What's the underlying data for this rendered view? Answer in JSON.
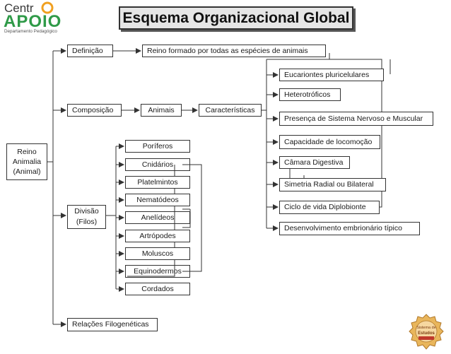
{
  "logo": {
    "line1": "Centr",
    "line2": "APOIO",
    "line3": "Departamento Pedagógico"
  },
  "title": "Esquema Organizacional Global",
  "root": {
    "l1": "Reino",
    "l2": "Animalia",
    "l3": "(Animal)"
  },
  "branches": {
    "definicao": "Definição",
    "composicao": "Composição",
    "divisao": {
      "l1": "Divisão",
      "l2": "(Filos)"
    },
    "relacoes": "Relações Filogenéticas"
  },
  "definicao_text": "Reino formado por todas as espécies de animais",
  "animais": "Animais",
  "caracteristicas": "Características",
  "traits": [
    "Eucariontes pluricelulares",
    "Heterotróficos",
    "Presença de Sistema Nervoso e Muscular",
    "Capacidade de locomoção",
    "Câmara Digestiva",
    "Simetria Radial ou Bilateral",
    "Ciclo de vida Diplobionte",
    "Desenvolvimento embrionário típico"
  ],
  "filos": [
    "Poríferos",
    "Cnidários",
    "Platelmintos",
    "Nematódeos",
    "Anelídeos",
    "Artrópodes",
    "Moluscos",
    "Equinodermos",
    "Cordados"
  ],
  "seal": {
    "l1": "Sistema de",
    "l2": "Estudos"
  },
  "colors": {
    "logo_orange": "#f0a020",
    "logo_green": "#2f9a48",
    "seal_gold": "#d8a44a"
  }
}
